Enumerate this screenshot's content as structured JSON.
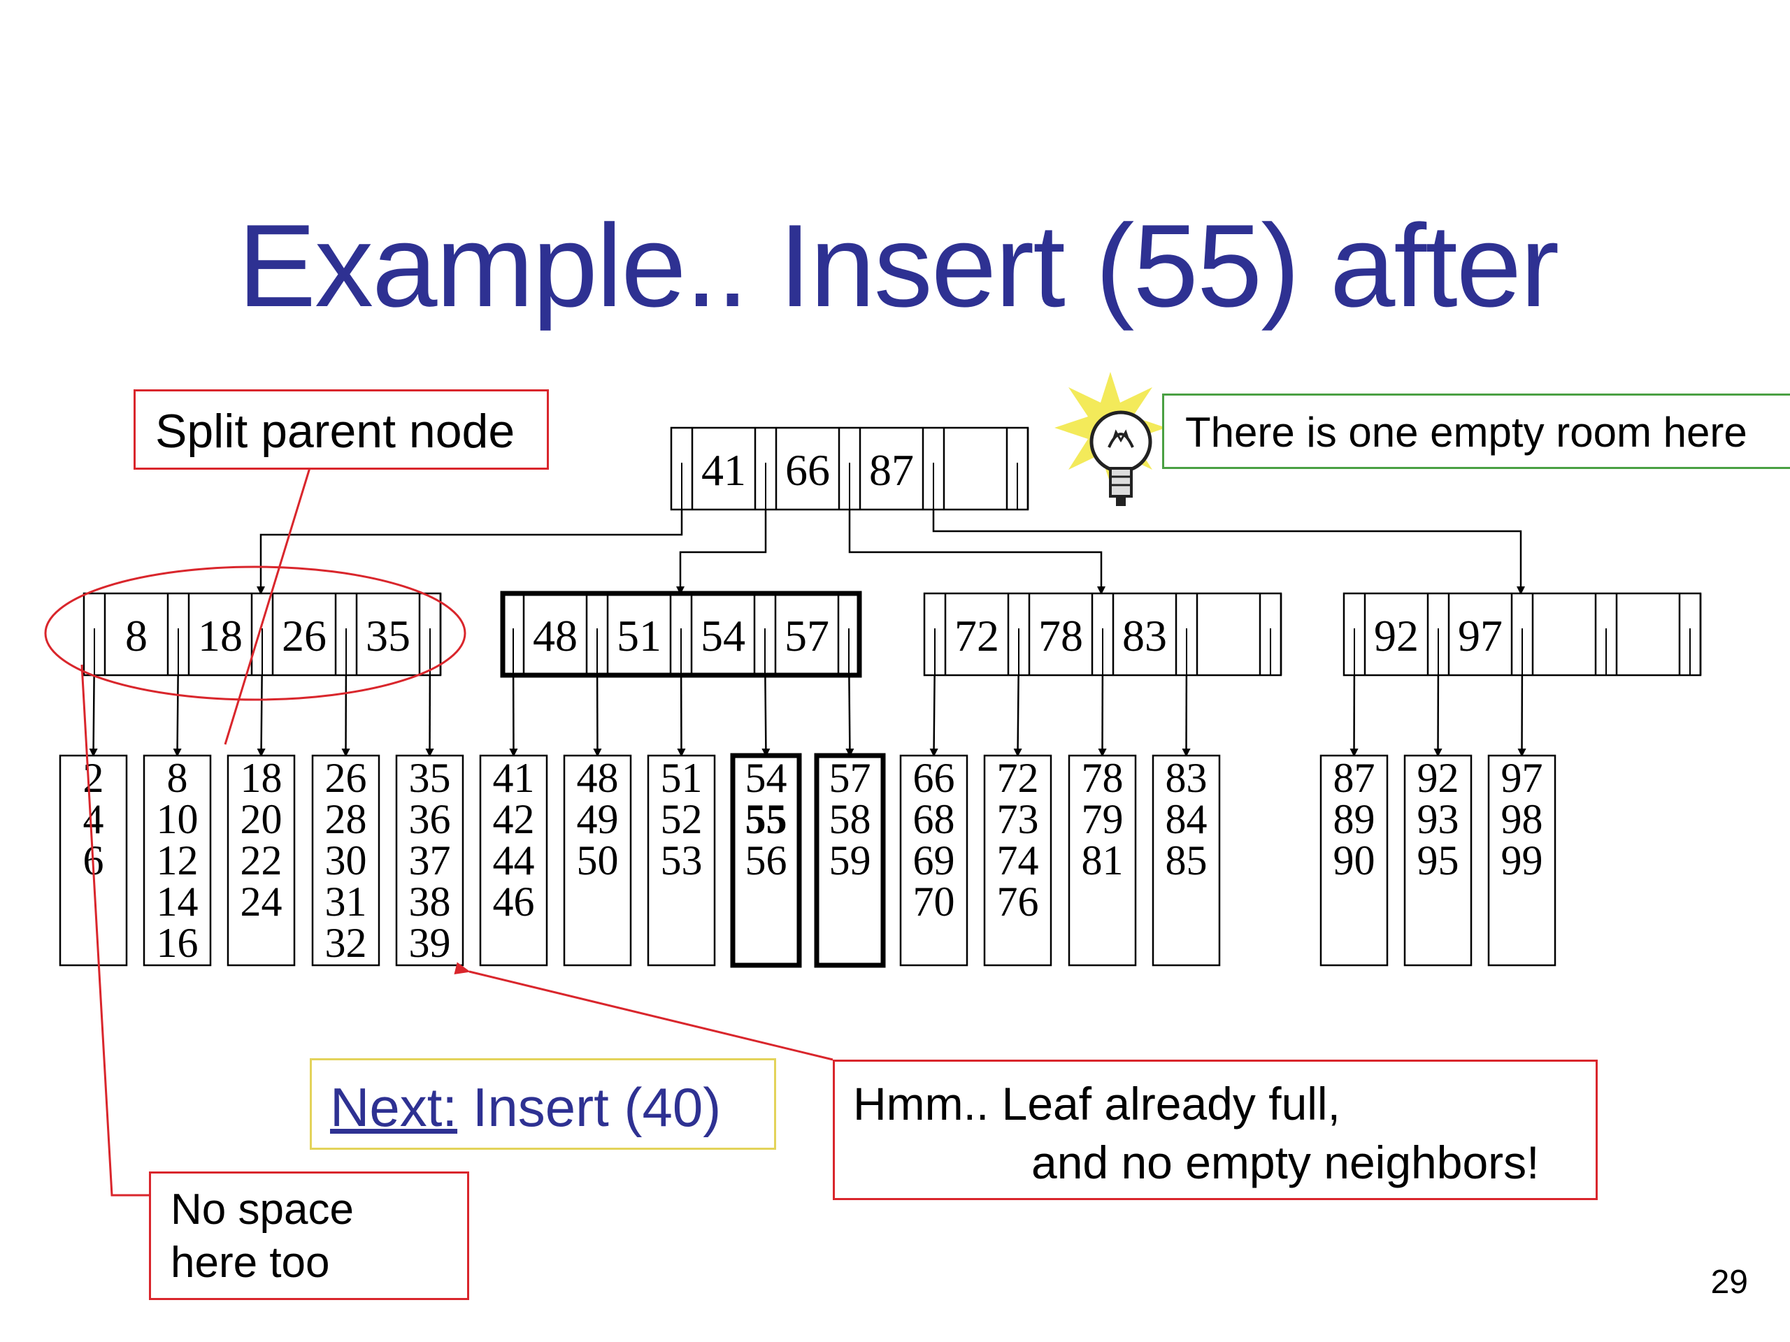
{
  "title": "Example.. Insert (55) after",
  "page_number": "29",
  "callouts": {
    "split_parent": "Split parent node",
    "empty_room": "There is one empty room here",
    "next_link": "Next:",
    "next_rest": " Insert (40)",
    "leaf_full_line1": "Hmm.. Leaf already full,",
    "leaf_full_line2": "and no empty neighbors!",
    "no_space_line1": "No space",
    "no_space_line2": "here too"
  },
  "colors": {
    "title": "#2e3192",
    "callout_red": "#d9262c",
    "callout_green": "#4aa043",
    "callout_yellow": "#e3d35a",
    "link_blue": "#2e3192"
  },
  "tree": {
    "root": {
      "keys": [
        "41",
        "66",
        "87",
        ""
      ]
    },
    "internal": [
      {
        "keys": [
          "8",
          "18",
          "26",
          "35"
        ],
        "highlight": false
      },
      {
        "keys": [
          "48",
          "51",
          "54",
          "57"
        ],
        "highlight": true
      },
      {
        "keys": [
          "72",
          "78",
          "83",
          ""
        ],
        "highlight": false
      },
      {
        "keys": [
          "92",
          "97",
          "",
          ""
        ],
        "highlight": false
      }
    ],
    "leaves": [
      {
        "keys": [
          "2",
          "4",
          "6"
        ],
        "bold_key": "",
        "highlight": false
      },
      {
        "keys": [
          "8",
          "10",
          "12",
          "14",
          "16"
        ],
        "bold_key": "",
        "highlight": false
      },
      {
        "keys": [
          "18",
          "20",
          "22",
          "24"
        ],
        "bold_key": "",
        "highlight": false
      },
      {
        "keys": [
          "26",
          "28",
          "30",
          "31",
          "32"
        ],
        "bold_key": "",
        "highlight": false
      },
      {
        "keys": [
          "35",
          "36",
          "37",
          "38",
          "39"
        ],
        "bold_key": "",
        "highlight": false
      },
      {
        "keys": [
          "41",
          "42",
          "44",
          "46"
        ],
        "bold_key": "",
        "highlight": false
      },
      {
        "keys": [
          "48",
          "49",
          "50"
        ],
        "bold_key": "",
        "highlight": false
      },
      {
        "keys": [
          "51",
          "52",
          "53"
        ],
        "bold_key": "",
        "highlight": false
      },
      {
        "keys": [
          "54",
          "55",
          "56"
        ],
        "bold_key": "55",
        "highlight": true
      },
      {
        "keys": [
          "57",
          "58",
          "59"
        ],
        "bold_key": "",
        "highlight": true
      },
      {
        "keys": [
          "66",
          "68",
          "69",
          "70"
        ],
        "bold_key": "",
        "highlight": false
      },
      {
        "keys": [
          "72",
          "73",
          "74",
          "76"
        ],
        "bold_key": "",
        "highlight": false
      },
      {
        "keys": [
          "78",
          "79",
          "81"
        ],
        "bold_key": "",
        "highlight": false
      },
      {
        "keys": [
          "83",
          "84",
          "85"
        ],
        "bold_key": "",
        "highlight": false
      },
      {
        "keys": [
          "87",
          "89",
          "90"
        ],
        "bold_key": "",
        "highlight": false
      },
      {
        "keys": [
          "92",
          "93",
          "95"
        ],
        "bold_key": "",
        "highlight": false
      },
      {
        "keys": [
          "97",
          "98",
          "99"
        ],
        "bold_key": "",
        "highlight": false
      }
    ]
  }
}
